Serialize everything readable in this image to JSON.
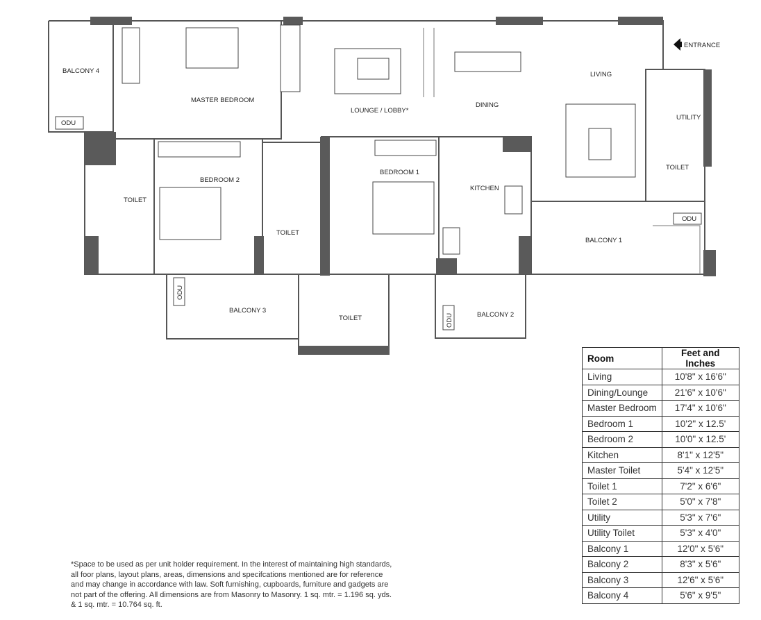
{
  "plan": {
    "labels": {
      "balcony4": "BALCONY 4",
      "odu_b4": "ODU",
      "master_bedroom": "MASTER BEDROOM",
      "lounge": "LOUNGE / LOBBY*",
      "dining": "DINING",
      "living": "LIVING",
      "entrance": "ENTRANCE",
      "utility": "UTILITY",
      "utility_toilet": "TOILET",
      "odu_b1": "ODU",
      "master_toilet": "TOILET",
      "bedroom2": "BEDROOM 2",
      "toilet_b2": "TOILET",
      "bedroom1": "BEDROOM 1",
      "kitchen": "KITCHEN",
      "balcony1": "BALCONY 1",
      "balcony3": "BALCONY 3",
      "odu_b3": "ODU",
      "toilet_lower": "TOILET",
      "balcony2": "BALCONY 2",
      "odu_b2": "ODU"
    }
  },
  "area_table": {
    "headers": [
      "Room",
      "Feet and Inches"
    ],
    "rows": [
      [
        "Living",
        "10'8\" x 16'6\""
      ],
      [
        "Dining/Lounge",
        "21'6\" x 10'6\""
      ],
      [
        "Master Bedroom",
        "17'4\" x 10'6\""
      ],
      [
        "Bedroom 1",
        "10'2\" x 12.5'"
      ],
      [
        "Bedroom 2",
        "10'0\" x 12.5'"
      ],
      [
        "Kitchen",
        "8'1\" x 12'5\""
      ],
      [
        "Master Toilet",
        "5'4\" x 12'5\""
      ],
      [
        "Toilet 1",
        "7'2\" x 6'6\""
      ],
      [
        "Toilet 2",
        "5'0\" x 7'8\""
      ],
      [
        "Utility",
        "5'3\" x 7'6\""
      ],
      [
        "Utility Toilet",
        "5'3\" x 4'0\""
      ],
      [
        "Balcony 1",
        "12'0\" x 5'6\""
      ],
      [
        "Balcony 2",
        "8'3\" x 5'6\""
      ],
      [
        "Balcony 3",
        "12'6\" x 5'6\""
      ],
      [
        "Balcony 4",
        "5'6\" x 9'5\""
      ]
    ]
  },
  "disclaimer": "*Space to be used as per unit holder requirement. In the interest of maintaining high standards, all foor plans, layout plans, areas, dimensions and specifcations mentioned are for reference and may change in accordance with law. Soft furnishing, cupboards, furniture and gadgets are not part of the offering. All dimensions are from Masonry to Masonry. 1 sq. mtr. = 1.196 sq. yds. & 1 sq. mtr. = 10.764 sq. ft."
}
